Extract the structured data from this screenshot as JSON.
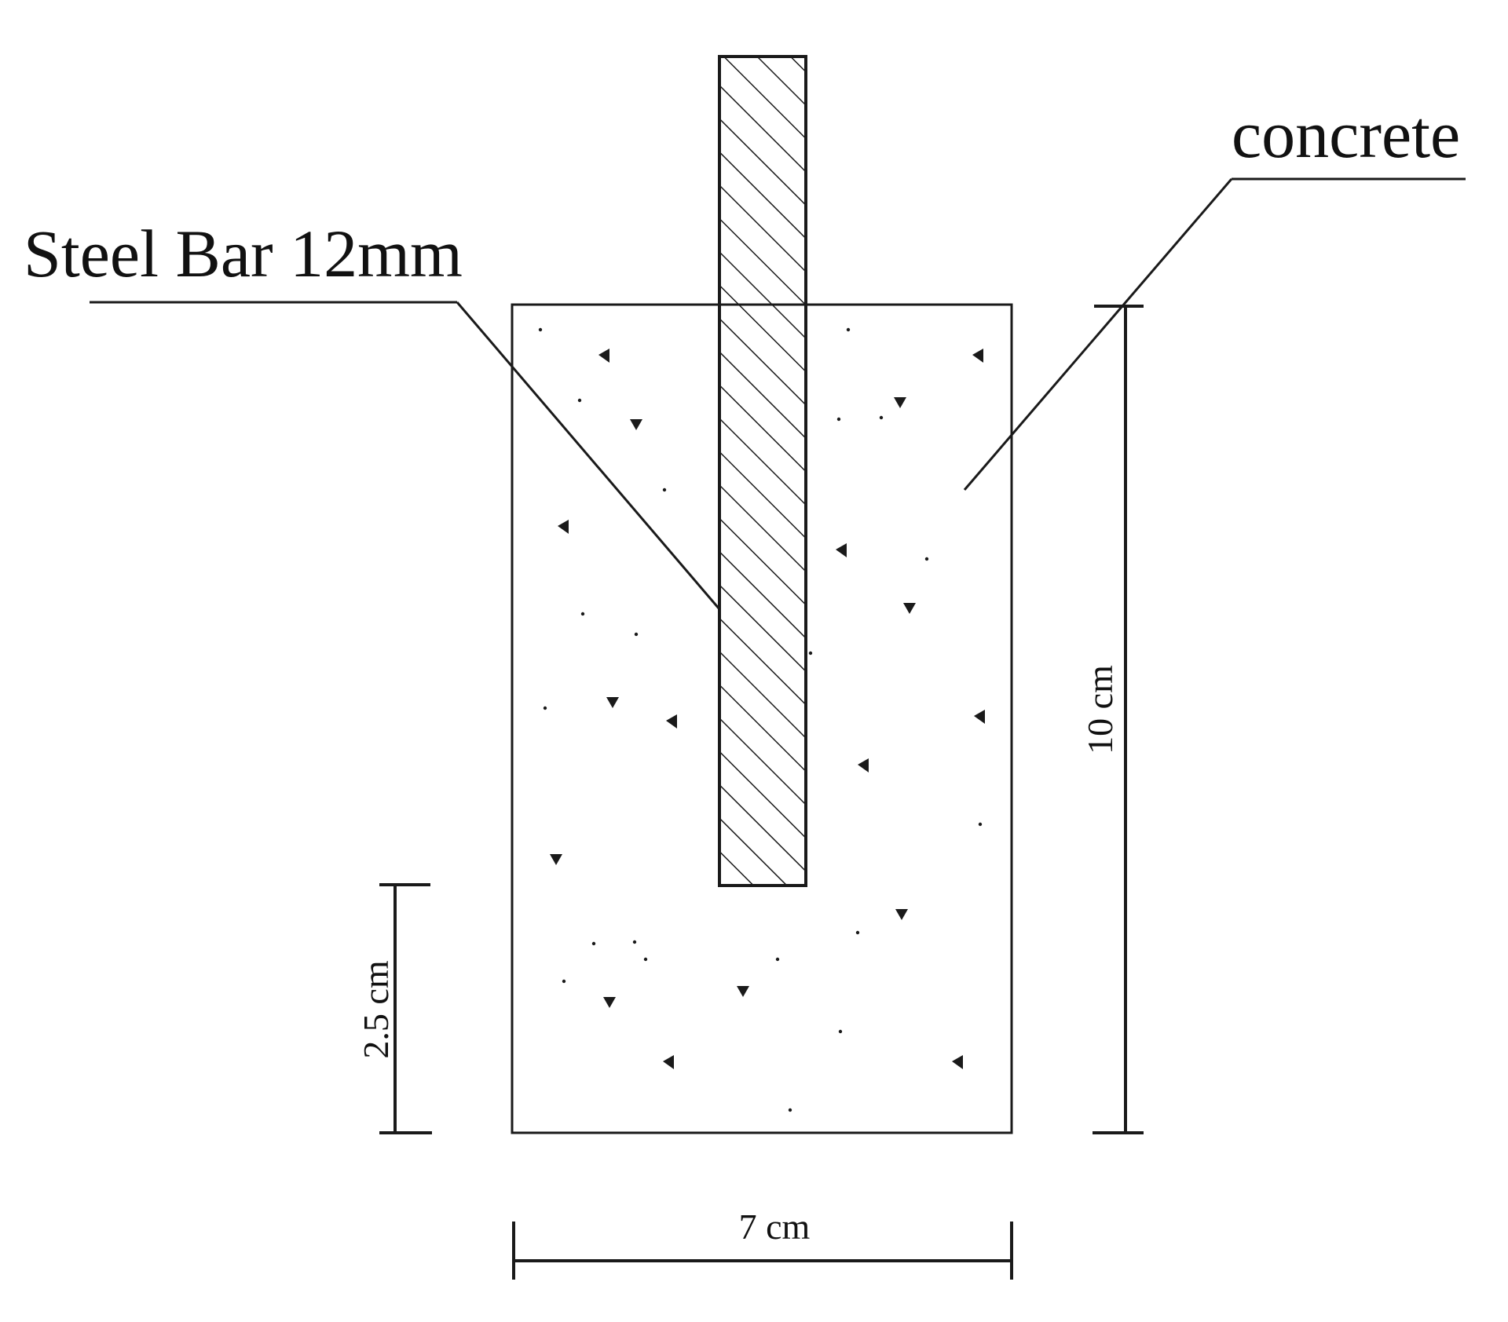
{
  "labels": {
    "steel_bar": "Steel Bar 12mm",
    "concrete": "concrete"
  },
  "dimensions": {
    "height": "10 cm",
    "width": "7 cm",
    "bottom_cover": "2.5 cm"
  },
  "colors": {
    "ink": "#1a1a1a",
    "background": "#ffffff"
  }
}
